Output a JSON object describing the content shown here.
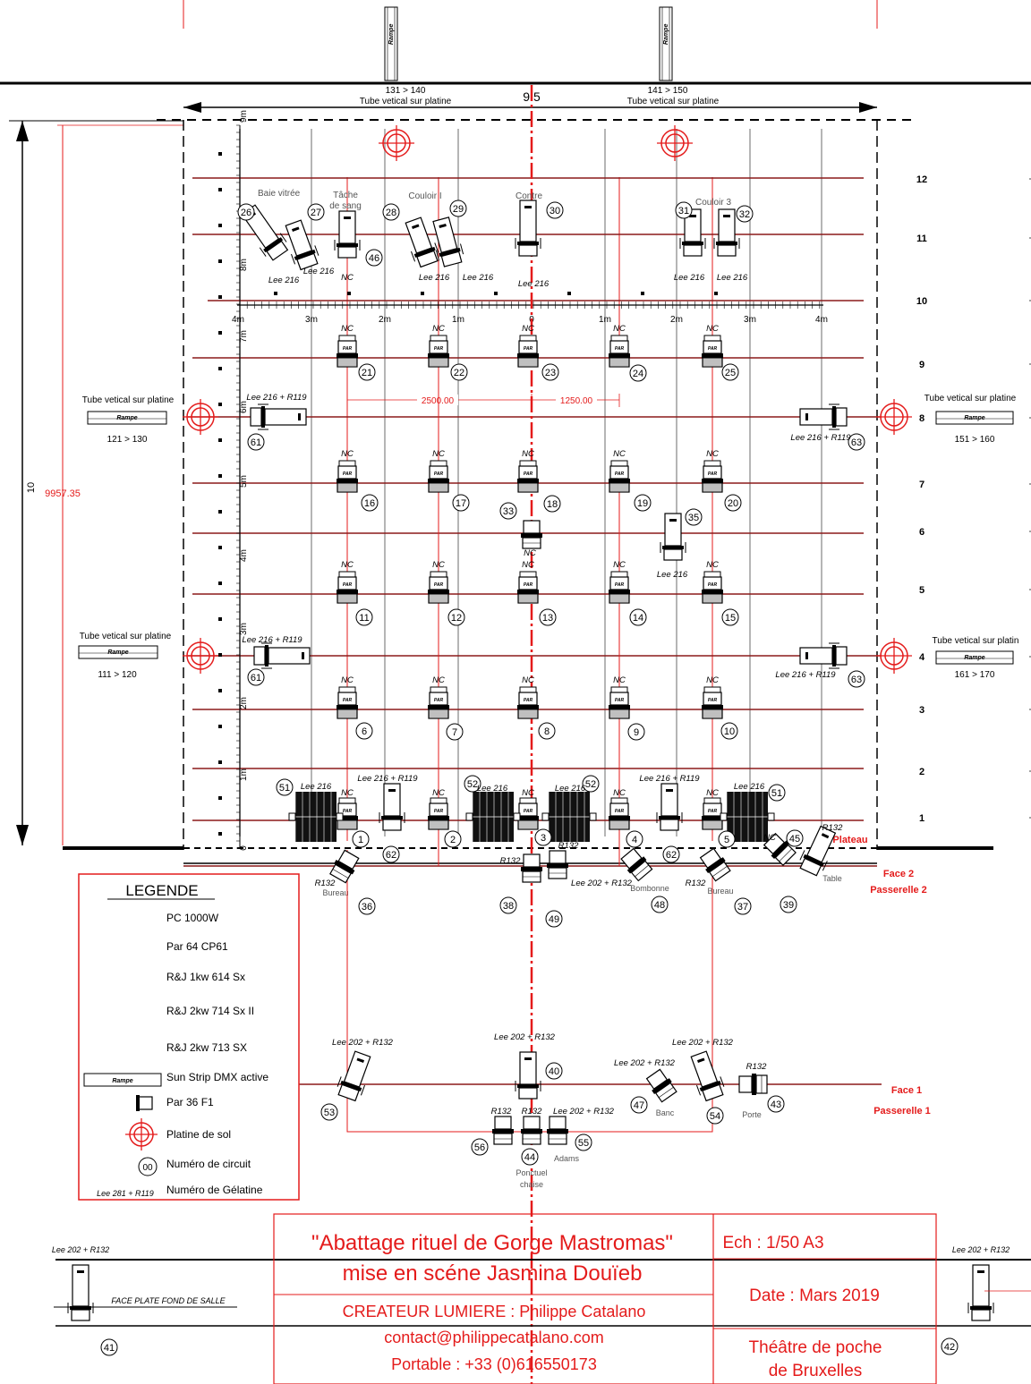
{
  "header": {
    "rampe_label": "Rampe",
    "dim_top": "9.5",
    "tube_label": "Tube vetical sur platine",
    "tube_left_top_range": "131 > 140",
    "tube_right_top_range": "141 > 150",
    "side_dimension": "9957.35",
    "side_dimension_short": "10",
    "dim_2500": "2500.00",
    "dim_1250": "1250.00"
  },
  "side_tubes": [
    {
      "label": "Tube vetical sur platine",
      "range": "121 > 130"
    },
    {
      "label": "Tube vetical sur platine",
      "range": "111 > 120"
    },
    {
      "label": "Tube vetical sur platine",
      "range": "151 > 160"
    },
    {
      "label": "Tube vetical sur platin",
      "range": "161 > 170"
    }
  ],
  "rows": [
    "12",
    "11",
    "10",
    "9",
    "8",
    "7",
    "6",
    "5",
    "4",
    "3",
    "2",
    "1"
  ],
  "ruler_h": [
    "4m",
    "3m",
    "2m",
    "1m",
    "0",
    "1m",
    "2m",
    "3m",
    "4m"
  ],
  "ruler_v": [
    "9m",
    "8m",
    "7m",
    "6m",
    "5m",
    "4m",
    "3m",
    "2m",
    "1m",
    "0"
  ],
  "areas": {
    "baie": "Baie vitrée",
    "tache": "Tâche",
    "de_sang": "de sang",
    "couloir1": "Couloir I",
    "contre": "Contre",
    "couloir3": "Couloir 3",
    "plateau": "Plateau",
    "face2": "Face 2",
    "passerelle2": "Passerelle 2",
    "face1": "Face 1",
    "passerelle1": "Passerelle 1",
    "bureau": "Bureau",
    "bombonne": "Bombonne",
    "table": "Table",
    "banc": "Banc",
    "porte": "Porte",
    "adams": "Adams",
    "ponctuel": "Ponctuel",
    "chaise": "chaise",
    "face_plate": "FACE PLATE FOND DE SALLE"
  },
  "gels": {
    "lee216": "Lee 216",
    "lee216_r119": "Lee 216 + R119",
    "lee202_r132": "Lee 202 + R132",
    "r132": "R132",
    "nc": "NC",
    "par": "PAR"
  },
  "circuits": [
    "1",
    "2",
    "3",
    "4",
    "5",
    "6",
    "7",
    "8",
    "9",
    "10",
    "11",
    "12",
    "13",
    "14",
    "15",
    "16",
    "17",
    "18",
    "19",
    "20",
    "21",
    "22",
    "23",
    "24",
    "25",
    "26",
    "27",
    "28",
    "29",
    "30",
    "31",
    "32",
    "33",
    "35",
    "36",
    "37",
    "38",
    "39",
    "40",
    "41",
    "42",
    "43",
    "44",
    "45",
    "46",
    "47",
    "48",
    "49",
    "51",
    "52",
    "53",
    "54",
    "55",
    "56",
    "61",
    "62",
    "63"
  ],
  "legend": {
    "title": "LEGENDE",
    "items": [
      "PC 1000W",
      "Par 64 CP61",
      "R&J 1kw 614 Sx",
      "R&J 2kw 714 Sx II",
      "R&J 2kw 713 SX",
      "Sun Strip DMX active",
      "Par 36 F1",
      "Platine de sol",
      "Numéro de circuit",
      "Numéro de Gélatine"
    ],
    "circuit_sample": "00",
    "gel_sample": "Lee 281 + R119"
  },
  "titleblock": {
    "title": "\"Abattage rituel de Gorge Mastromas\"",
    "director": "mise en scéne Jasmina Douïeb",
    "creator": "CREATEUR LUMIERE : Philippe Catalano",
    "email": "contact@philippecatalano.com",
    "phone": "Portable : +33 (0)616550173",
    "scale": "Ech : 1/50 A3",
    "date": "Date : Mars 2019",
    "venue_1": "Théâtre de poche",
    "venue_2": "de Bruxelles"
  },
  "colors": {
    "red": "#e41b1b",
    "dark_red": "#8b1a1a",
    "black": "#000000",
    "gray": "#b5b5b5"
  }
}
